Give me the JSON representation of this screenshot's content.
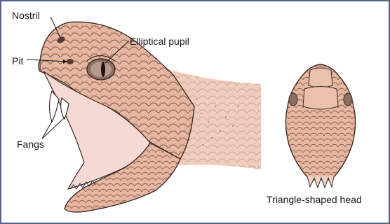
{
  "labels": {
    "nostril": "Nostril",
    "elliptical_pupil": "Elliptical pupil",
    "pit": "Pit",
    "fangs": "Fangs",
    "triangle_head": "Triangle-shaped head"
  },
  "colors": {
    "skin": "#e8b7a1",
    "skin_light": "#f3d3c4",
    "mouth": "#f6d9d4",
    "outline": "#3a2a25",
    "frame": "#5a5f8a"
  }
}
